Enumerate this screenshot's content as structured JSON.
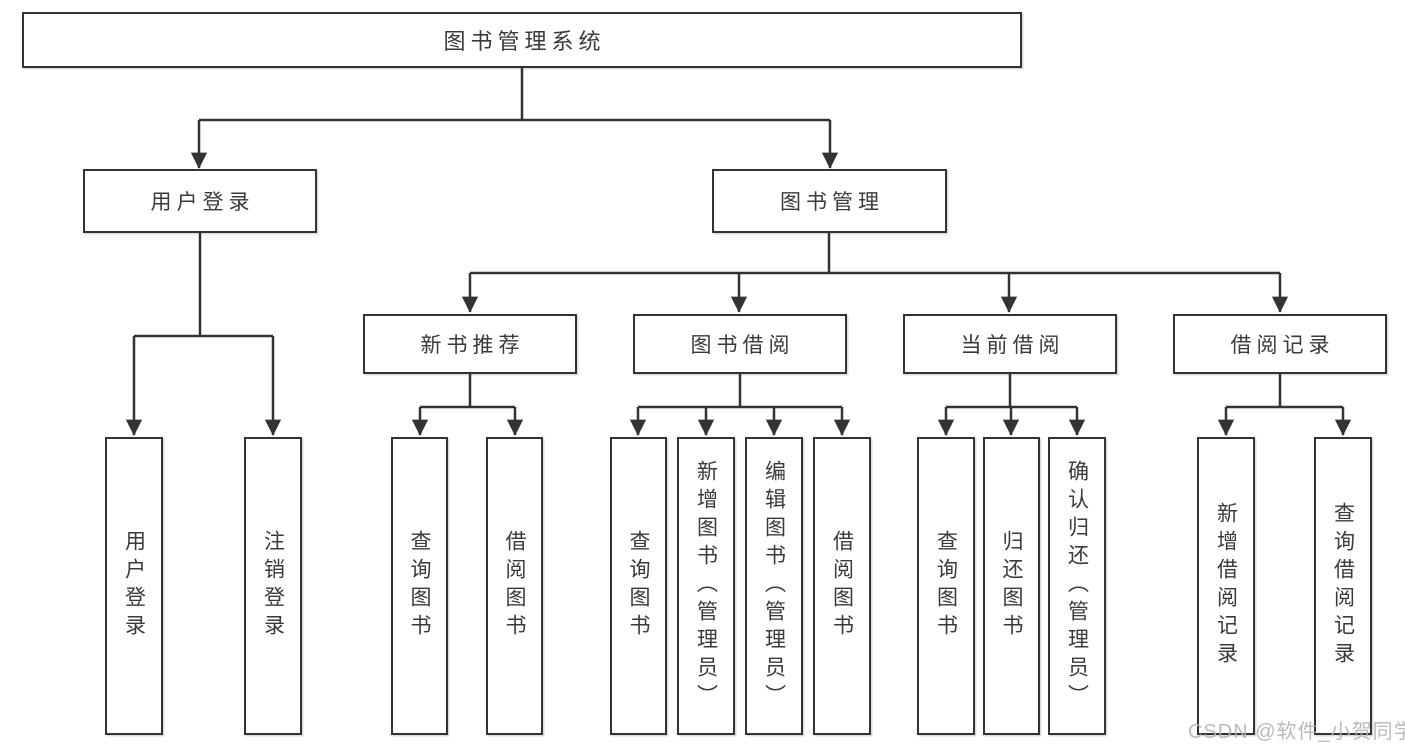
{
  "tree": {
    "root": {
      "label": "图书管理系统"
    },
    "branches": [
      {
        "label": "用户登录",
        "children": [
          {
            "label": "用户登录"
          },
          {
            "label": "注销登录"
          }
        ]
      },
      {
        "label": "图书管理",
        "groups": [
          {
            "label": "新书推荐",
            "children": [
              {
                "label": "查询图书"
              },
              {
                "label": "借阅图书"
              }
            ]
          },
          {
            "label": "图书借阅",
            "children": [
              {
                "label": "查询图书"
              },
              {
                "label": "新增图书（管理员）"
              },
              {
                "label": "编辑图书（管理员）"
              },
              {
                "label": "借阅图书"
              }
            ]
          },
          {
            "label": "当前借阅",
            "children": [
              {
                "label": "查询图书"
              },
              {
                "label": "归还图书"
              },
              {
                "label": "确认归还（管理员）"
              }
            ]
          },
          {
            "label": "借阅记录",
            "children": [
              {
                "label": "新增借阅记录"
              },
              {
                "label": "查询借阅记录"
              }
            ]
          }
        ]
      }
    ]
  },
  "watermark": "CSDN @软件_小贺同学",
  "colors": {
    "line": "#333333",
    "text": "#3a3a3a",
    "watermark": "#b3b3b3",
    "bg": "#ffffff"
  }
}
